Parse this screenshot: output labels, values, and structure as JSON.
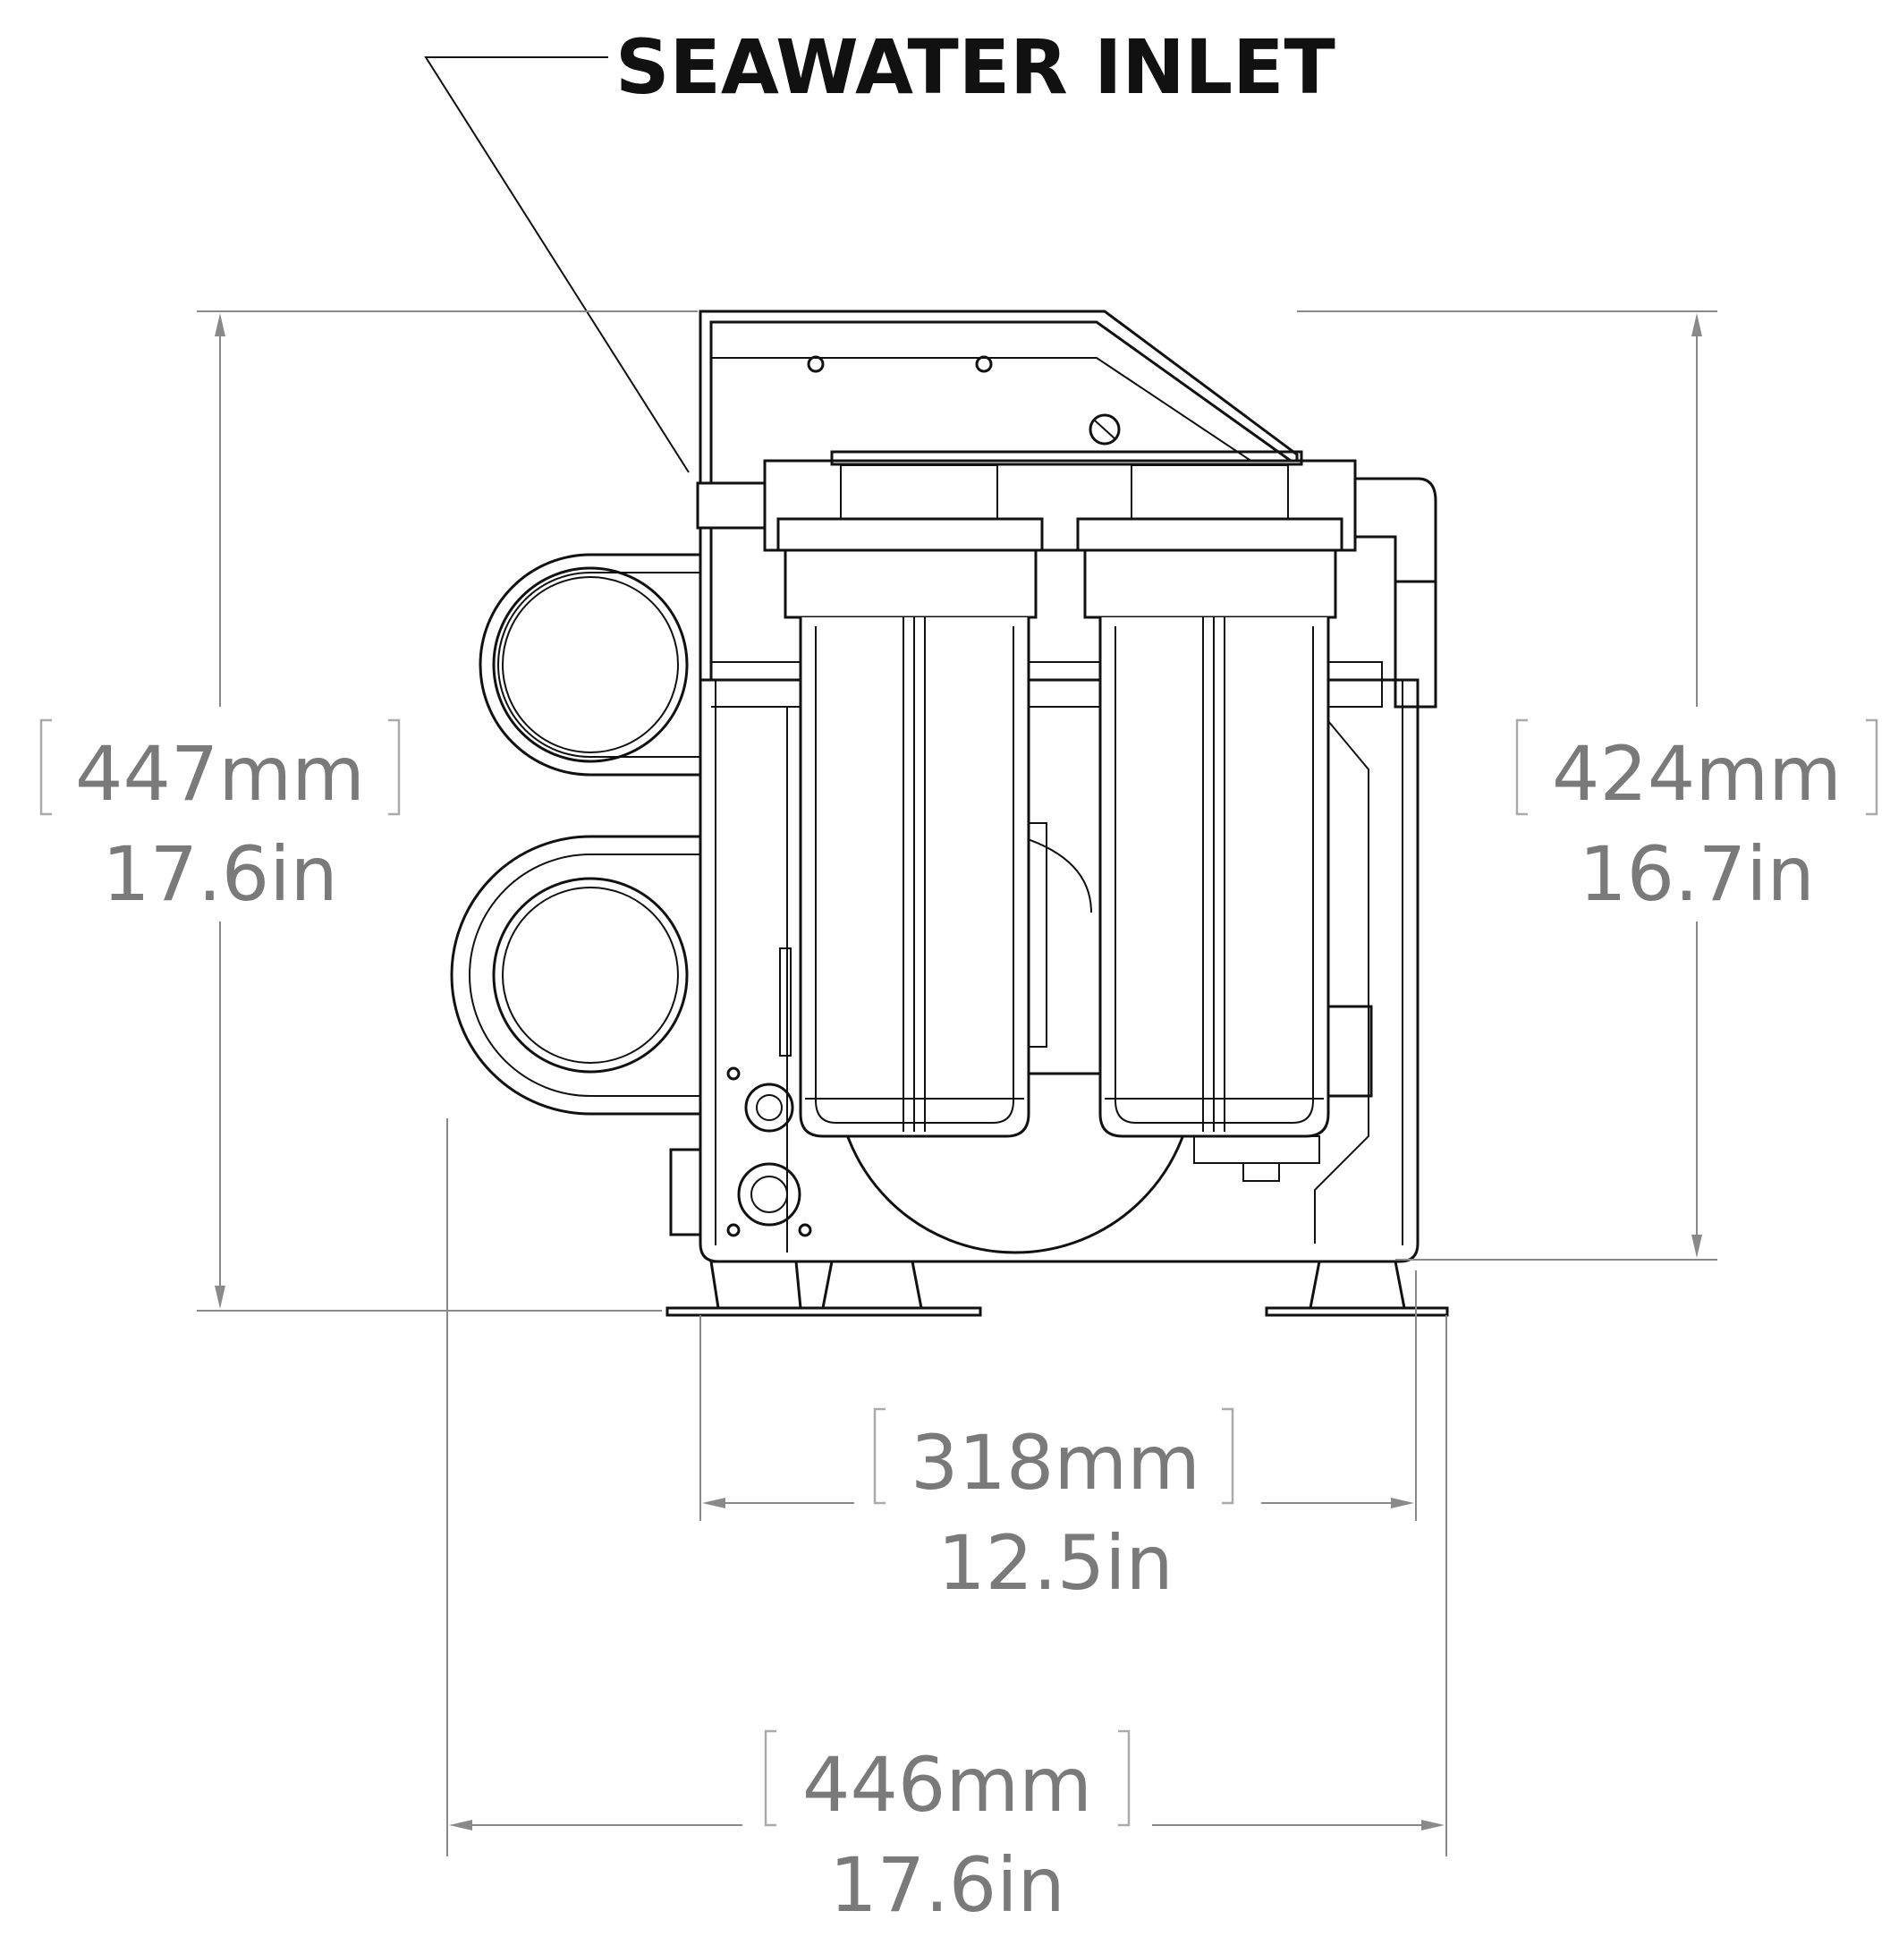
{
  "callout": {
    "label": "SEAWATER INLET"
  },
  "dimensions": {
    "overall_height": {
      "metric": "447mm",
      "imperial": "17.6in"
    },
    "frame_height": {
      "metric": "424mm",
      "imperial": "16.7in"
    },
    "frame_width": {
      "metric": "318mm",
      "imperial": "12.5in"
    },
    "overall_width": {
      "metric": "446mm",
      "imperial": "17.6in"
    }
  },
  "colors": {
    "dimension_text": "#7a7a7a",
    "dimension_line": "#8a8a8a",
    "linework": "#111111",
    "background": "#ffffff"
  }
}
